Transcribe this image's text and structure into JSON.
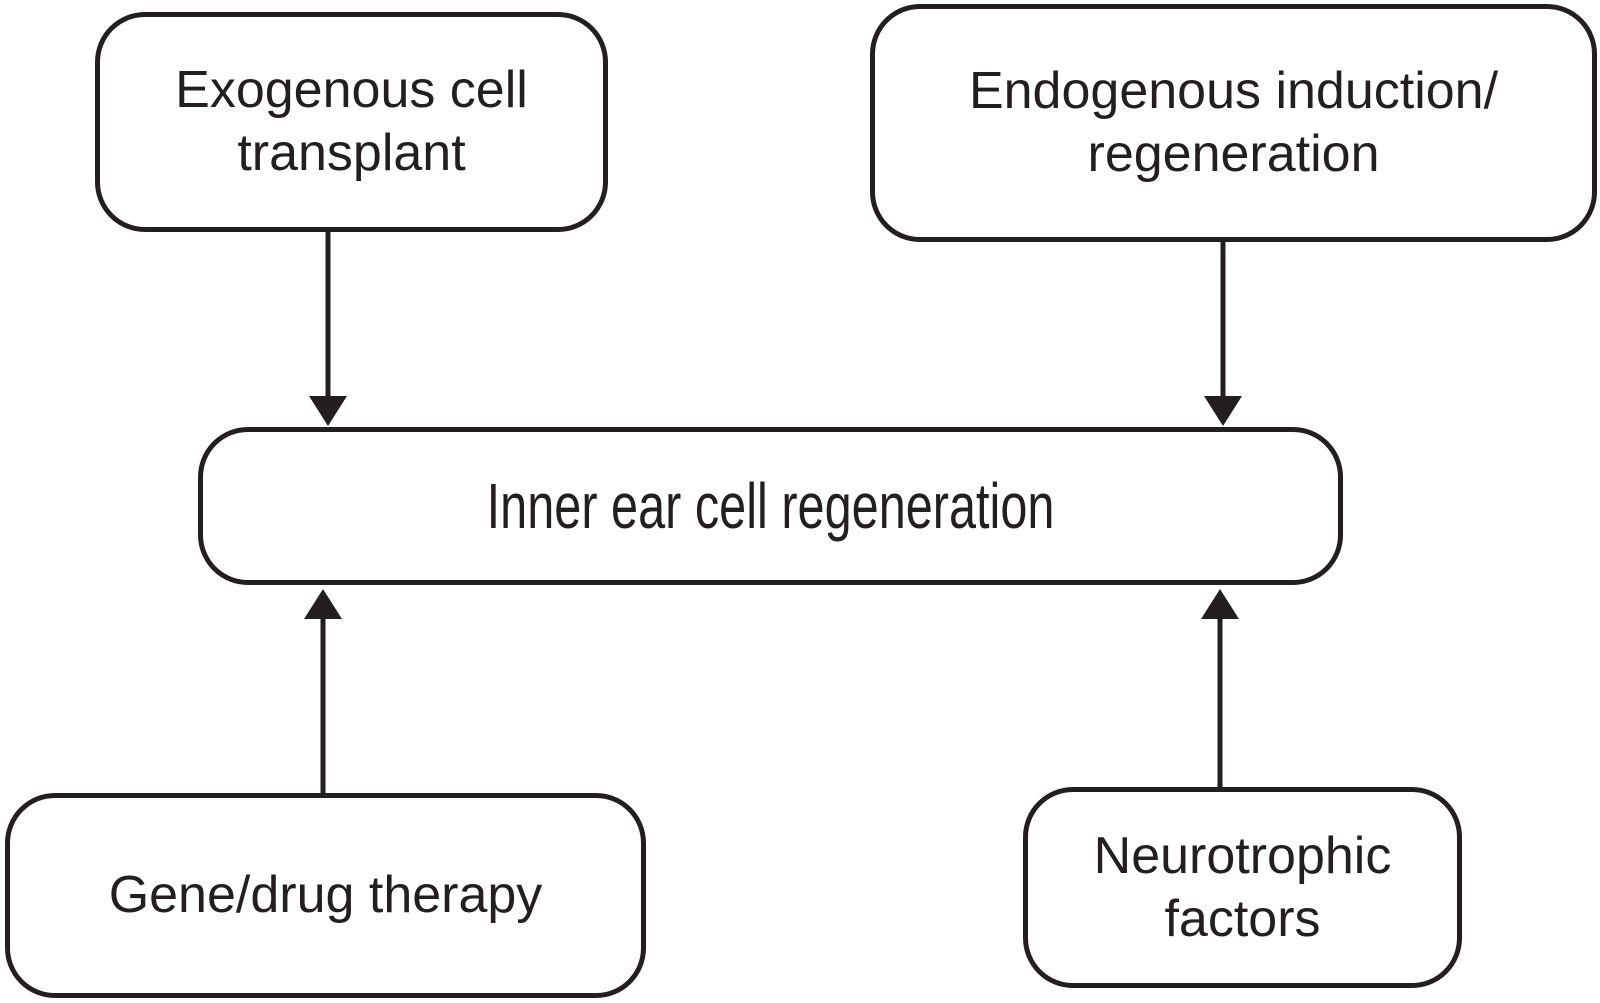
{
  "diagram": {
    "type": "flowchart"
  },
  "nodes": {
    "exogenous_cell_transplant": {
      "label": "Exogenous cell transplant",
      "lines": [
        "Exogenous cell",
        "transplant"
      ]
    },
    "endogenous_induction_regeneration": {
      "label": "Endogenous induction/regeneration",
      "lines": [
        "Endogenous induction/",
        "regeneration"
      ]
    },
    "inner_ear_cell_regeneration": {
      "label": "Inner ear cell regeneration",
      "lines": [
        "Inner ear cell regeneration"
      ]
    },
    "gene_drug_therapy": {
      "label": "Gene/drug therapy",
      "lines": [
        "Gene/drug therapy"
      ]
    },
    "neurotrophic_factors": {
      "label": "Neurotrophic factors",
      "lines": [
        "Neurotrophic",
        "factors"
      ]
    }
  },
  "edges": [
    {
      "from": "exogenous_cell_transplant",
      "to": "inner_ear_cell_regeneration",
      "direction": "down"
    },
    {
      "from": "endogenous_induction_regeneration",
      "to": "inner_ear_cell_regeneration",
      "direction": "down"
    },
    {
      "from": "gene_drug_therapy",
      "to": "inner_ear_cell_regeneration",
      "direction": "up"
    },
    {
      "from": "neurotrophic_factors",
      "to": "inner_ear_cell_regeneration",
      "direction": "up"
    }
  ],
  "colors": {
    "stroke": "#231f20",
    "text": "#231f20",
    "node_fill": "#ffffff",
    "background": "#ffffff"
  }
}
